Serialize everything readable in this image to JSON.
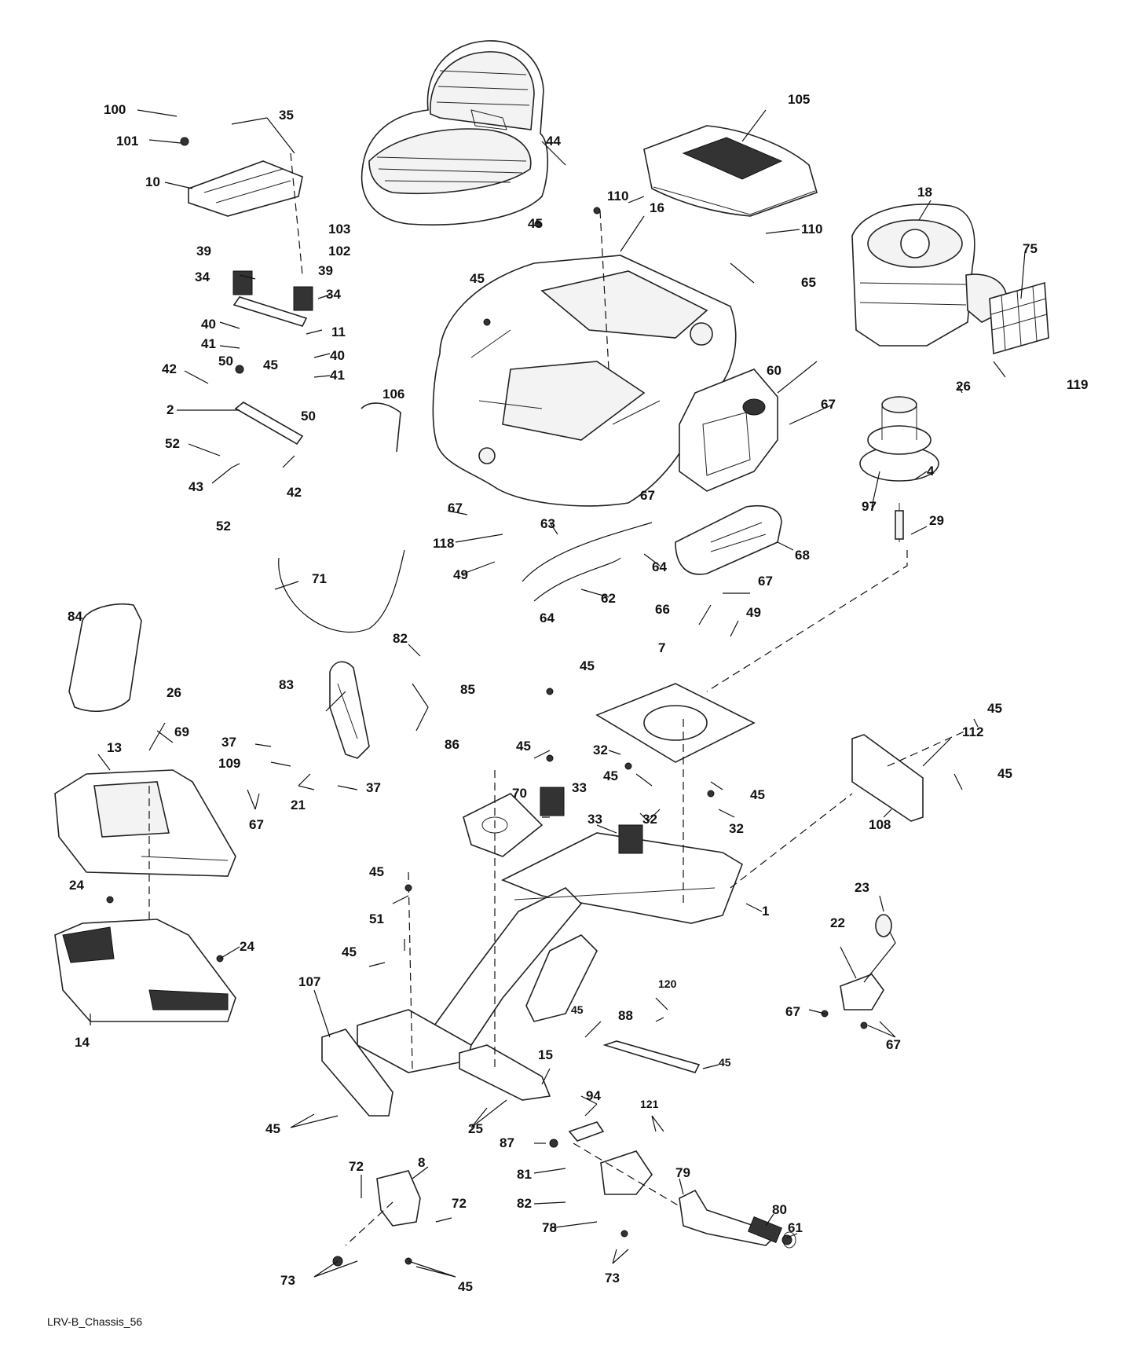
{
  "caption": "LRV-B_Chassis_56",
  "labels": {
    "l1": "1",
    "l2": "2",
    "l4": "4",
    "l7": "7",
    "l8": "8",
    "l10": "10",
    "l11": "11",
    "l13": "13",
    "l14": "14",
    "l15": "15",
    "l16": "16",
    "l18": "18",
    "l21": "21",
    "l22": "22",
    "l23": "23",
    "l24a": "24",
    "l24b": "24",
    "l25": "25",
    "l26a": "26",
    "l26b": "26",
    "l29": "29",
    "l32a": "32",
    "l32b": "32",
    "l32c": "32",
    "l33a": "33",
    "l33b": "33",
    "l34a": "34",
    "l34b": "34",
    "l35": "35",
    "l37a": "37",
    "l37b": "37",
    "l39a": "39",
    "l39b": "39",
    "l40a": "40",
    "l40b": "40",
    "l41a": "41",
    "l41b": "41",
    "l42a": "42",
    "l42b": "42",
    "l43": "43",
    "l44": "44",
    "l45a": "45",
    "l45b": "45",
    "l45c": "45",
    "l45d": "45",
    "l45e": "45",
    "l45f": "45",
    "l45g": "45",
    "l45h": "45",
    "l45i": "45",
    "l45j": "45",
    "l45k": "45",
    "l45l": "45",
    "l45m": "45",
    "l45n": "45",
    "l49a": "49",
    "l49b": "49",
    "l50a": "50",
    "l50b": "50",
    "l51": "51",
    "l52a": "52",
    "l52b": "52",
    "l60": "60",
    "l61": "61",
    "l62": "62",
    "l63": "63",
    "l64a": "64",
    "l64b": "64",
    "l65": "65",
    "l66": "66",
    "l67a": "67",
    "l67b": "67",
    "l67c": "67",
    "l67d": "67",
    "l67e": "67",
    "l67f": "67",
    "l67g": "67",
    "l68": "68",
    "l69": "69",
    "l70": "70",
    "l71": "71",
    "l72a": "72",
    "l72b": "72",
    "l73a": "73",
    "l73b": "73",
    "l75": "75",
    "l78": "78",
    "l79": "79",
    "l80": "80",
    "l81": "81",
    "l82a": "82",
    "l82b": "82",
    "l83": "83",
    "l84": "84",
    "l85": "85",
    "l86": "86",
    "l87": "87",
    "l88": "88",
    "l94": "94",
    "l97": "97",
    "l100": "100",
    "l101": "101",
    "l102": "102",
    "l103": "103",
    "l105": "105",
    "l106": "106",
    "l107": "107",
    "l108": "108",
    "l109": "109",
    "l110a": "110",
    "l110b": "110",
    "l112": "112",
    "l118": "118",
    "l119": "119",
    "l120": "120",
    "l121": "121"
  }
}
